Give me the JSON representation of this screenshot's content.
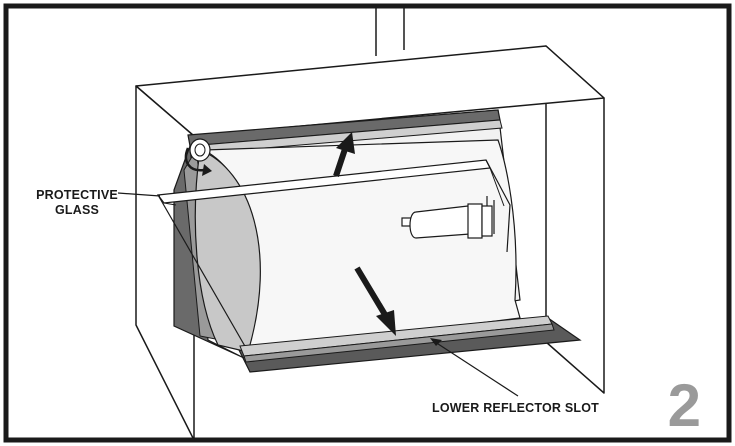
{
  "labels": {
    "protective_glass_line1": "PROTECTIVE",
    "protective_glass_line2": "GLASS",
    "lower_reflector_slot": "LOWER REFLECTOR SLOT"
  },
  "step_number": "2",
  "colors": {
    "stroke": "#1a1a1a",
    "dark_fill": "#5a5a5a",
    "mid_fill": "#8c8c8c",
    "light_fill": "#e6e6e6",
    "step_number": "#9a9a9a"
  }
}
